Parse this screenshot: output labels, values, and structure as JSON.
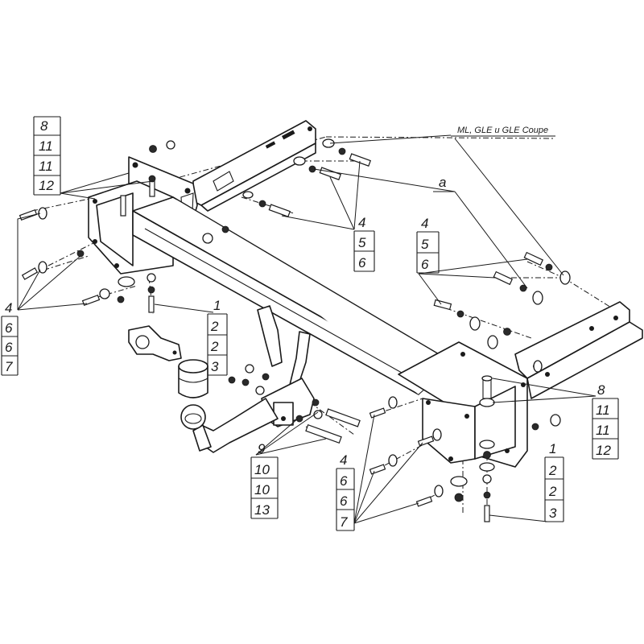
{
  "callouts": {
    "variant_note": "ML, GLE и GLE Coupe",
    "detail_a": "a"
  },
  "tables": {
    "top_left": [
      "8",
      "11",
      "11",
      "12"
    ],
    "left_mid": [
      "4",
      "6",
      "6",
      "7"
    ],
    "left_bolt": [
      "1",
      "2",
      "2",
      "3"
    ],
    "center_top": [
      "4",
      "5",
      "6"
    ],
    "right_top": [
      "4",
      "5",
      "6"
    ],
    "right_bracket": [
      "8",
      "11",
      "11",
      "12"
    ],
    "right_bolt": [
      "1",
      "2",
      "2",
      "3"
    ],
    "center_pin": [
      "9",
      "10",
      "10",
      "13"
    ],
    "bottom_center": [
      "4",
      "6",
      "6",
      "7"
    ]
  }
}
